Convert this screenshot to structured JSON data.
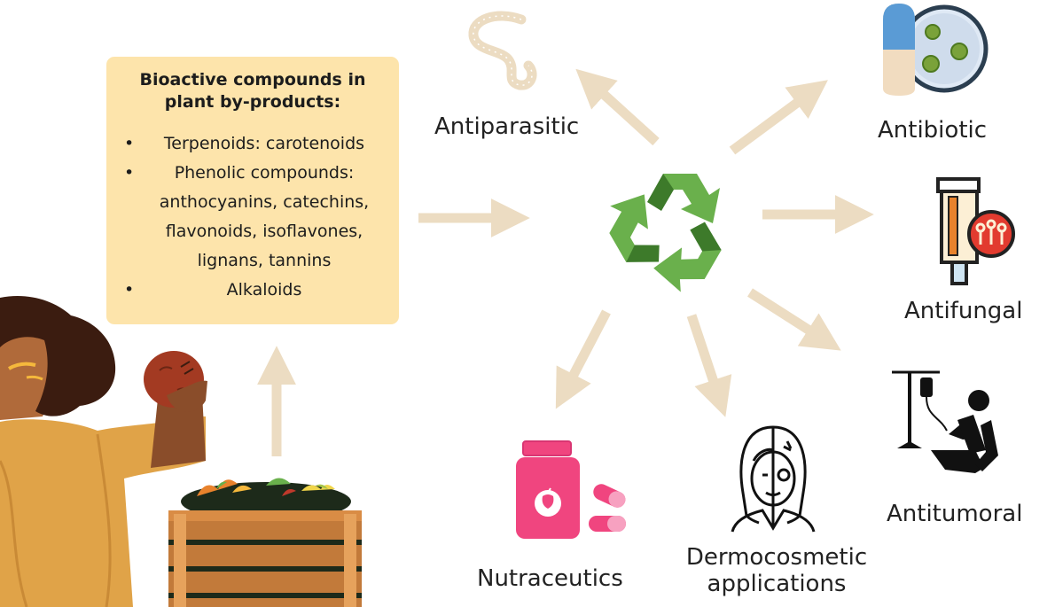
{
  "compound_box": {
    "title_line1": "Bioactive compounds in",
    "title_line2": "plant by-products:",
    "items": [
      {
        "lines": [
          "Terpenoids: carotenoids"
        ]
      },
      {
        "lines": [
          "Phenolic compounds:",
          "anthocyanins, catechins,",
          "flavonoids, isoflavones,",
          "lignans, tannins"
        ]
      },
      {
        "lines": [
          "Alkaloids"
        ]
      }
    ]
  },
  "applications": {
    "antiparasitic": "Antiparasitic",
    "antibiotic": "Antibiotic",
    "antifungal": "Antifungal",
    "antitumoral": "Antitumoral",
    "nutraceutics": "Nutraceutics",
    "dermocosmetic_line1": "Dermocosmetic",
    "dermocosmetic_line2": "applications"
  },
  "colors": {
    "arrow": "#ecdcc2",
    "box": "#fde4ab",
    "recycle_light": "#6ab04c",
    "recycle_dark": "#3d7a2a",
    "pill_pink": "#f0457f",
    "capsule_blue": "#5a9bd5",
    "crate": "#c27a3a"
  },
  "icons": [
    "worm-icon",
    "antibiotic-petri-icon",
    "recycle-icon",
    "antifungal-ointment-icon",
    "iv-chemotherapy-icon",
    "nutraceutic-bottle-icon",
    "dermocosmetic-face-icon",
    "compost-crate-icon",
    "person-holding-fruit-icon"
  ]
}
